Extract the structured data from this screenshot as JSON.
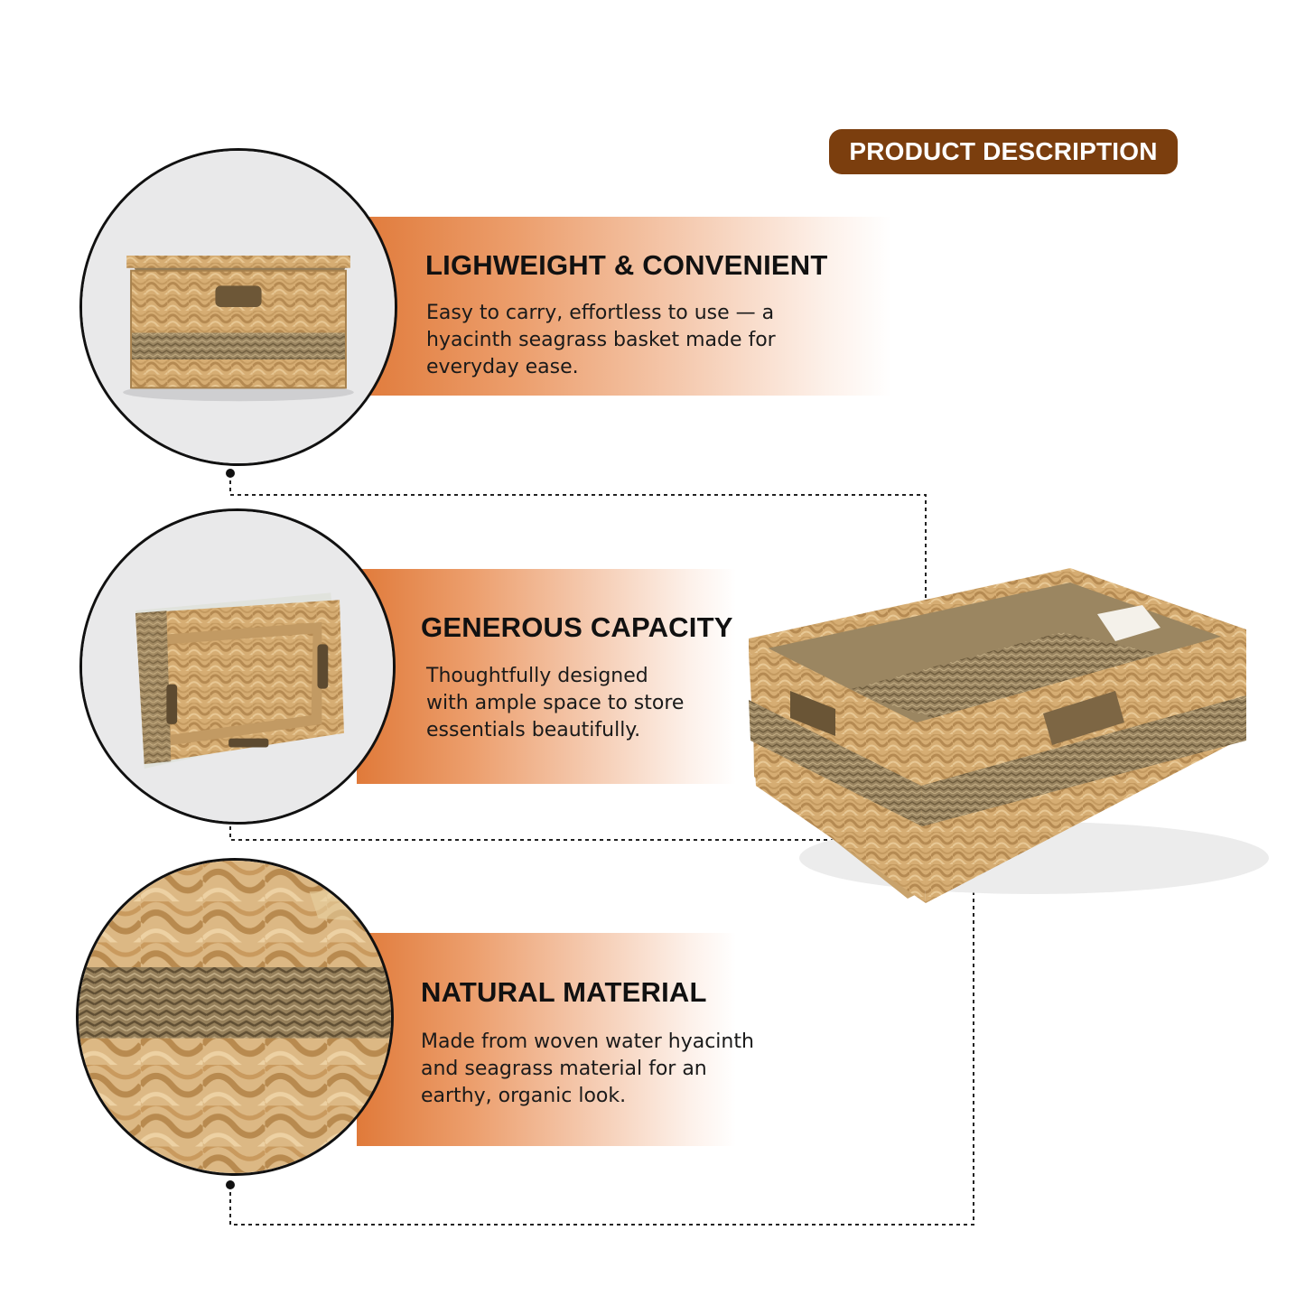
{
  "badge": {
    "label": "PRODUCT DESCRIPTION",
    "color": "#7b3e0e"
  },
  "features": [
    {
      "title": "LIGHWEIGHT & CONVENIENT",
      "lines": [
        "Easy to carry, effortless to use — a",
        "hyacinth seagrass basket made for",
        "everyday ease."
      ]
    },
    {
      "title": "GENEROUS CAPACITY",
      "lines": [
        "Thoughtfully designed",
        "with ample space to store",
        "essentials beautifully."
      ]
    },
    {
      "title": "NATURAL MATERIAL",
      "lines": [
        "Made from woven water hyacinth",
        "and seagrass material for an",
        "earthy, organic look."
      ]
    }
  ],
  "colors": {
    "band_start": "#e07a3a",
    "band_end": "#ffffff",
    "weave_light": "#d9b17a",
    "weave_dark": "#8a7452"
  }
}
